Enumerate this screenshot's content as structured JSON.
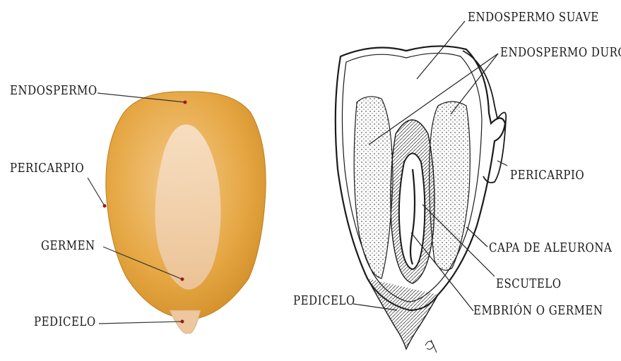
{
  "left_figure": {
    "labels": {
      "endospermo": "ENDOSPERMO",
      "pericarpio": "PERICARPIO",
      "germen": "GERMEN",
      "pedicelo": "PEDICELO"
    },
    "colors": {
      "kernel_outer": "#d99a2c",
      "kernel_light": "#f0c27a",
      "germ": "#f3d3b0",
      "pedicel": "#edc9a0"
    }
  },
  "right_figure": {
    "labels": {
      "endospermo_suave": "ENDOSPERMO SUAVE",
      "endospermo_duro": "ENDOSPERMO DURO",
      "pericarpio": "PERICARPIO",
      "capa_aleurona": "CAPA DE ALEURONA",
      "escutelo": "ESCUTELO",
      "embrion": "EMBRIÓN O GERMEN",
      "pedicelo": "PEDICELO"
    }
  }
}
